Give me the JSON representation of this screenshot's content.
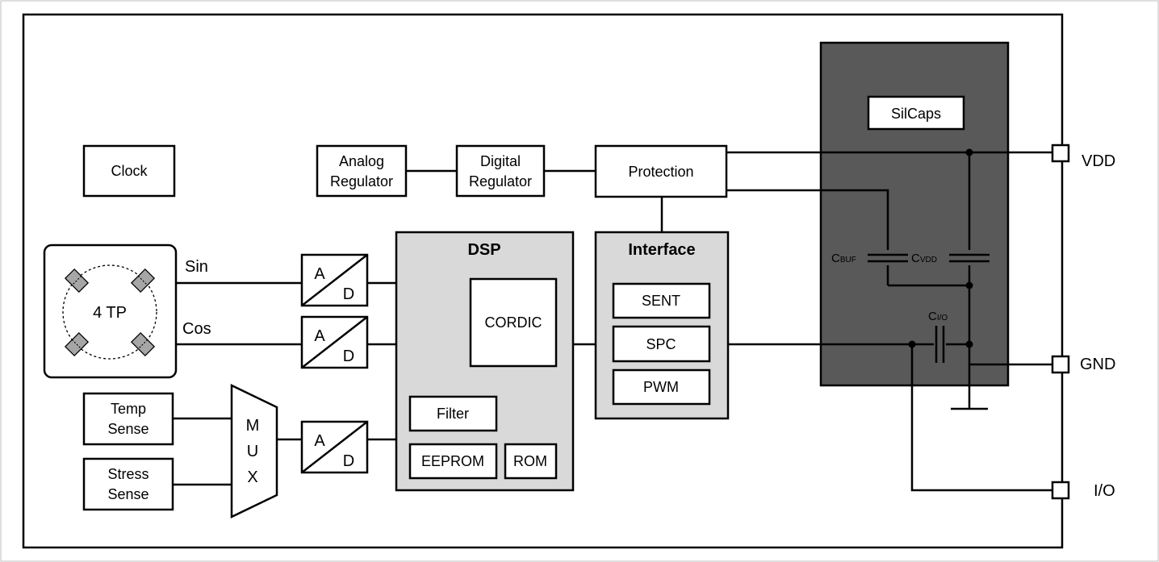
{
  "blocks": {
    "clock": "Clock",
    "analog_regulator": [
      "Analog",
      "Regulator"
    ],
    "digital_regulator": [
      "Digital",
      "Regulator"
    ],
    "protection": "Protection",
    "silcaps": "SilCaps",
    "sensor": "4 TP",
    "temp_sense": [
      "Temp",
      "Sense"
    ],
    "stress_sense": [
      "Stress",
      "Sense"
    ],
    "mux": [
      "M",
      "U",
      "X"
    ],
    "adc": {
      "a": "A",
      "d": "D"
    },
    "dsp": {
      "title": "DSP",
      "cordic": "CORDIC",
      "filter": "Filter",
      "eeprom": "EEPROM",
      "rom": "ROM"
    },
    "interface": {
      "title": "Interface",
      "protocols": [
        "SENT",
        "SPC",
        "PWM"
      ]
    }
  },
  "signals": {
    "sin": "Sin",
    "cos": "Cos"
  },
  "capacitors": {
    "cbuf": {
      "main": "C",
      "sub": "BUF"
    },
    "cvdd": {
      "main": "C",
      "sub": "VDD"
    },
    "cio": {
      "main": "C",
      "sub": "I/O"
    }
  },
  "pins": [
    "VDD",
    "GND",
    "I/O"
  ],
  "colors": {
    "outline": "#000000",
    "block_fill": "#d9d9d9",
    "silcaps_fill": "#595959"
  }
}
